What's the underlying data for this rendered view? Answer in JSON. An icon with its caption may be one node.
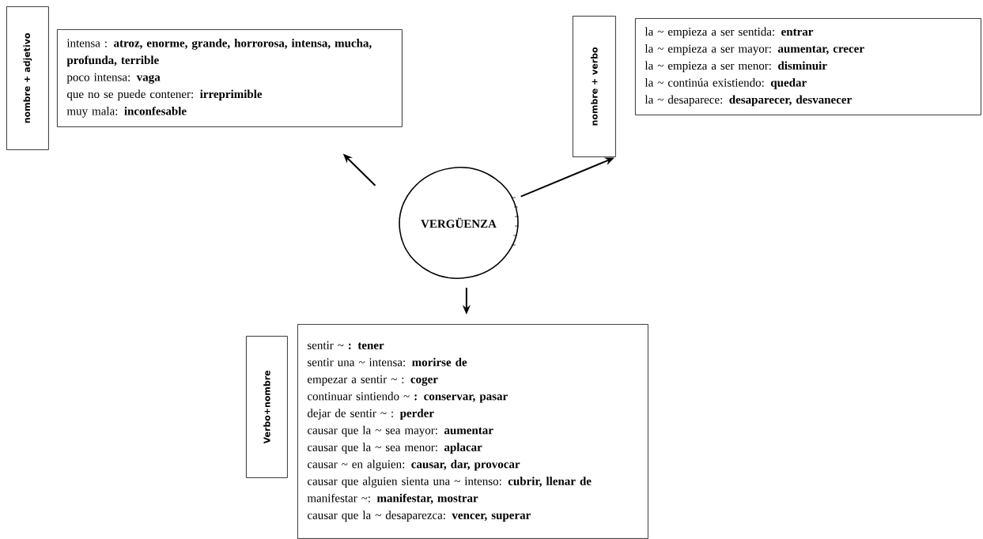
{
  "diagram": {
    "nodes": [
      {
        "text": [
          "VERGÜENZA"
        ]
      },
      {
        "text": [
          "nombre + adjetivo"
        ]
      },
      {
        "text": [
          "intensa : **atroz, enorme, grande, horrorosa, intensa, mucha, profunda, terrible**",
          "poco intensa: **vaga**",
          "que no se puede contener: **irreprimible**",
          "muy mala: **inconfesable**"
        ]
      },
      {
        "text": [
          "nombre + verbo"
        ]
      },
      {
        "text": [
          "la ~ empieza a ser sentida: **entrar**",
          "la ~ empieza a ser mayor: **aumentar, crecer**",
          "la ~ empieza a ser menor: **disminuir**",
          "la ~ continúa existiendo: **quedar**",
          "la ~ desaparece: **desaparecer, desvanecer**"
        ]
      },
      {
        "text": [
          "Verbo+nombre"
        ]
      },
      {
        "text": [
          "sentir ~ **: tener**",
          "sentir una ~ intensa: **morirse de**",
          "empezar a sentir ~ : **coger**",
          "continuar sintiendo ~ **: conservar, pasar**",
          "dejar de sentir ~ : **perder**",
          "causar que la ~ sea mayor: **aumentar**",
          "causar que la ~ sea menor: **aplacar**",
          "causar ~ en alguien: **causar, dar, provocar**",
          "causar que alguien sienta una ~ intenso: **cubrir, llenar de**",
          "manifestar ~: **manifestar, mostrar**",
          "causar que la ~ desaparezca: **vencer, superar**"
        ]
      }
    ],
    "edges": [
      {
        "from": 0,
        "to": 2,
        "arrow": "to"
      },
      {
        "from": 0,
        "to": 3,
        "arrow": "to"
      },
      {
        "from": 0,
        "to": 6,
        "arrow": "to"
      }
    ]
  }
}
